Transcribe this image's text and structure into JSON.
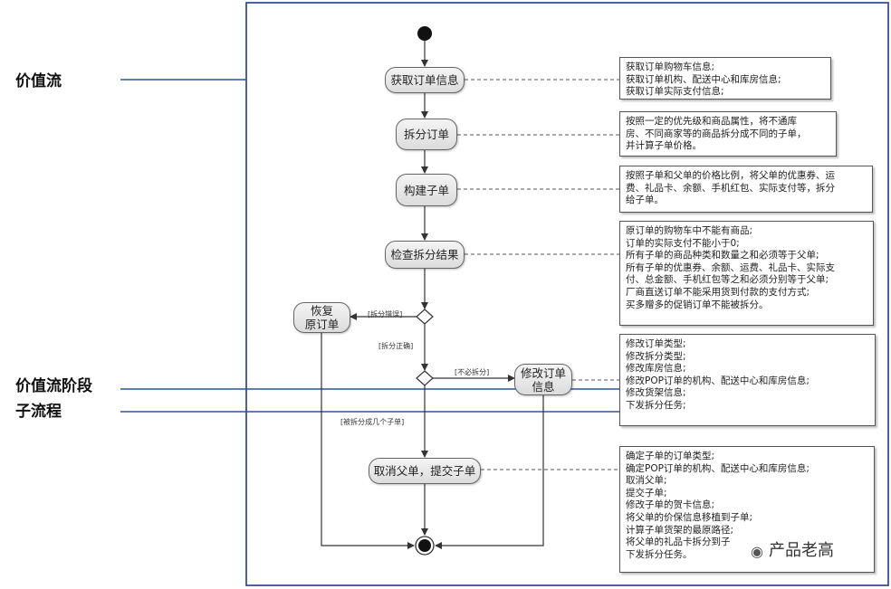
{
  "side_labels": {
    "value_stream": "价值流",
    "stage": "价值流阶段",
    "subprocess": "子流程"
  },
  "nodes": {
    "get_order": "获取订单信息",
    "split_order": "拆分订单",
    "build_sub": "构建子单",
    "check_result": "检查拆分结果",
    "restore": "恢复\n原订单",
    "modify": "修改订单\n信息",
    "cancel_submit": "取消父单，提交子单"
  },
  "guards": {
    "split_error": "[拆分错误]",
    "split_ok": "[拆分正确]",
    "no_split": "[不必拆分]",
    "split_many": "[被拆分成几个子单]"
  },
  "notes": {
    "get_order": [
      "获取订单购物车信息;",
      "获取订单机构、配送中心和库房信息;",
      "获取订单实际支付信息;"
    ],
    "split_order": [
      "按照一定的优先级和商品属性，将不通库",
      "房、不同商家等的商品拆分成不同的子单，",
      "并计算子单价格。"
    ],
    "build_sub": [
      "按照子单和父单的价格比例，将父单的优惠券、运",
      "费、礼品卡、余额、手机红包、实际支付等，拆分",
      "给子单。"
    ],
    "check_result": [
      "原订单的购物车中不能有商品;",
      "订单的实际支付不能小于0;",
      "所有子单的商品种类和数量之和必须等于父单;",
      "所有子单的优惠券、余额、运费、礼品卡、实际支",
      "付、总金额、手机红包等之和必须分别等于父单;",
      "厂商直送订单不能采用货到付款的支付方式;",
      "买多赠多的促销订单不能被拆分。"
    ],
    "modify": [
      "修改订单类型;",
      "修改拆分类型;",
      "修改库房信息;",
      "修改POP订单的机构、配送中心和库房信息;",
      "修改货架信息;",
      "下发拆分任务;"
    ],
    "cancel_submit": [
      "确定子单的订单类型;",
      "确定POP订单的机构、配送中心和库房信息;",
      "取消父单;",
      "提交子单;",
      "修改子单的贺卡信息;",
      "将父单的价保信息移植到子单;",
      "计算子单货架的最原路径;",
      "将父单的礼品卡拆分到子",
      "下发拆分任务。"
    ]
  },
  "watermark": "产品老高",
  "colors": {
    "frame": "#1f3a8a",
    "pointer": "#2f5597"
  }
}
